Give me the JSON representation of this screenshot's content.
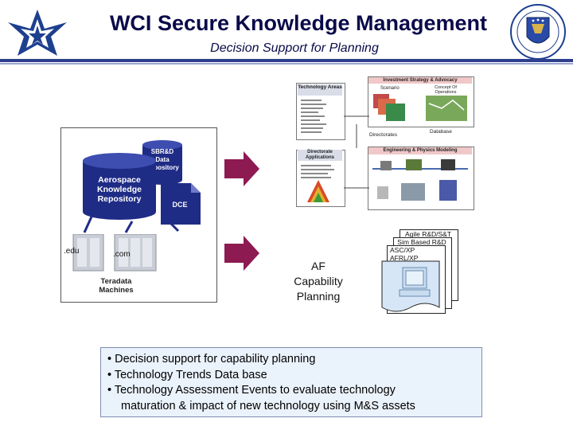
{
  "header": {
    "title": "WCI Secure Knowledge Management",
    "subtitle": "Decision Support for Planning"
  },
  "left_panel": {
    "repository_label": [
      "Aerospace",
      "Knowledge",
      "Repository"
    ],
    "sbr_label": [
      "SBR&D",
      "Data",
      "Repository"
    ],
    "dce_label": "DCE",
    "edu_label": ".edu",
    "com_label": ".com",
    "machines_label": [
      "Teradata",
      "Machines"
    ]
  },
  "center": {
    "af_label": [
      "AF",
      "Capability",
      "Planning"
    ]
  },
  "diagram": {
    "tech_areas": "Technology Areas",
    "investment": "Investment Strategy & Advocacy",
    "scenario": "Scenario",
    "concept": "Concept Of Operations",
    "directorates": "Directorates",
    "database": "Database",
    "directorate_applications": "Directorate Applications",
    "engineering": "Engineering & Physics Modeling"
  },
  "stack": {
    "agile": "Agile R&D/S&T",
    "sim": "Sim Based R&D",
    "asc": "ASC/XP",
    "afrl": "AFRL/XP"
  },
  "bullets": {
    "b1": "• Decision support for capability planning",
    "b2": "• Technology Trends Data base",
    "b3": "• Technology Assessment Events to  evaluate technology",
    "b3_cont": "maturation  & impact of new technology using M&S assets"
  },
  "colors": {
    "title": "#0a0a4a",
    "arrow": "#8e1a52",
    "repository": "#1f2c86",
    "diagram_header": "#f0c8c8"
  }
}
